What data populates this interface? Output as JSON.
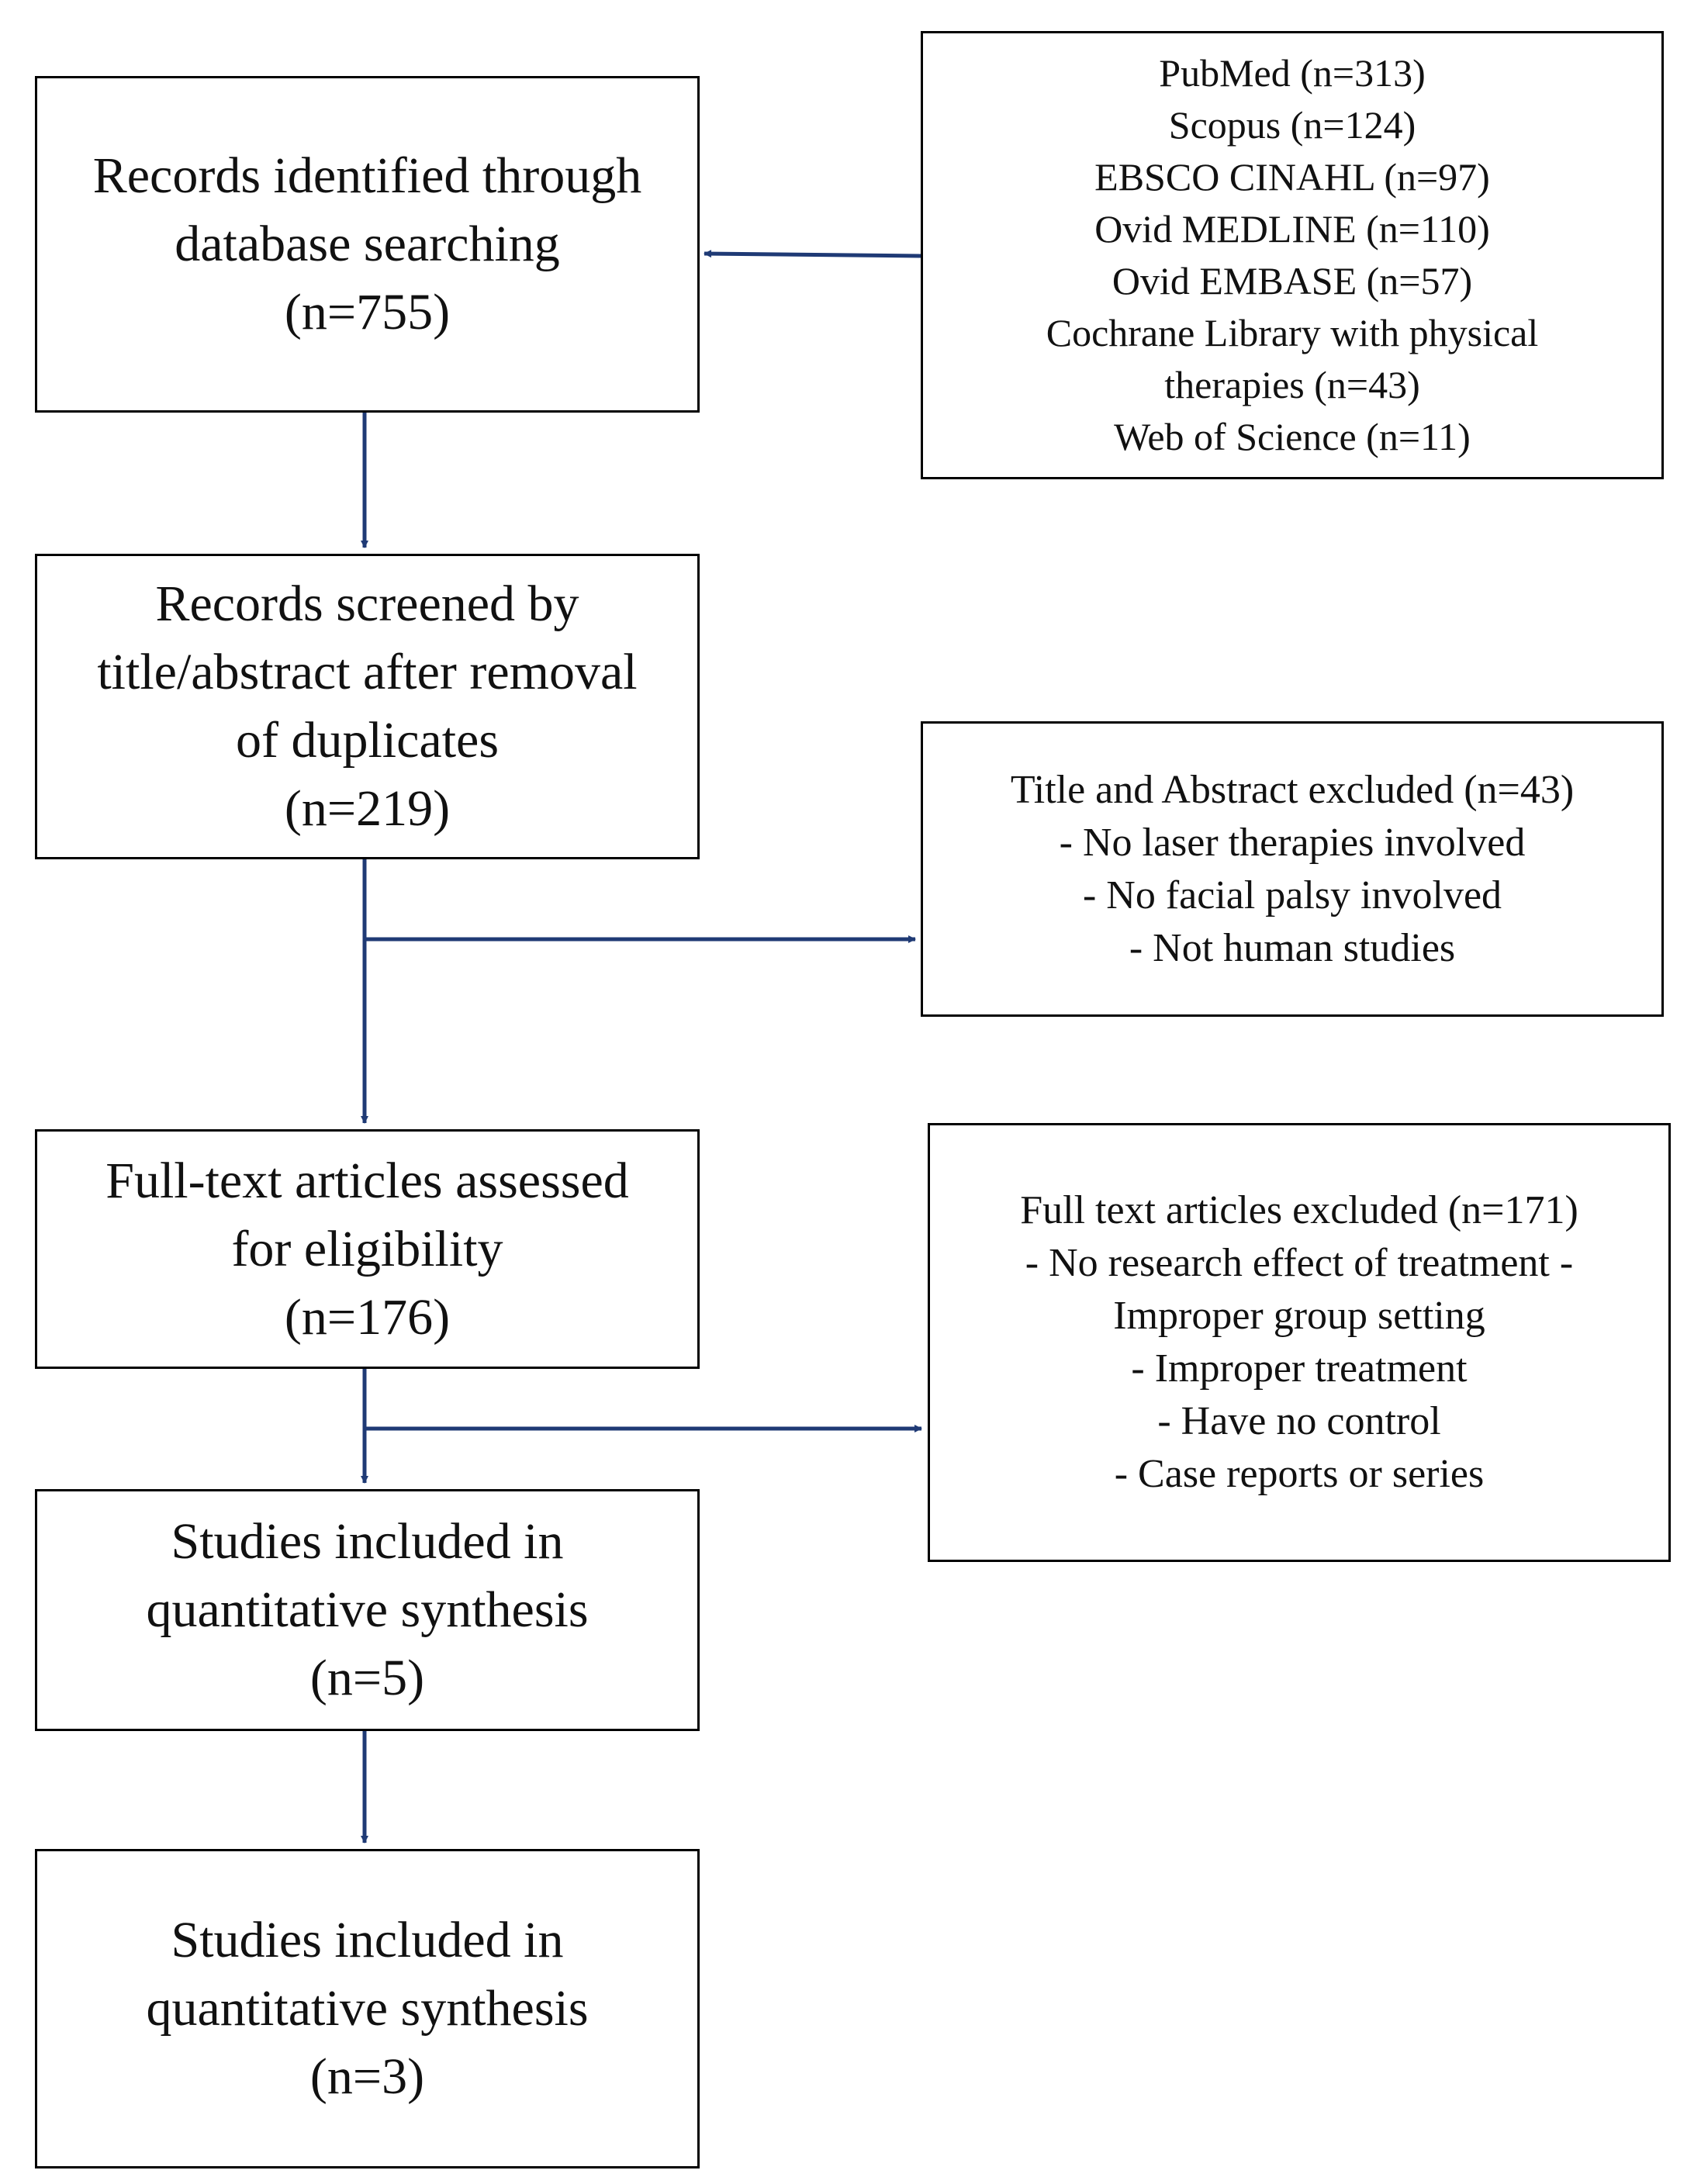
{
  "colors": {
    "arrow": "#1f3a75",
    "border": "#000000",
    "text": "#111111"
  },
  "identified": {
    "lines": [
      "Records identified through",
      "database searching",
      "(n=755)"
    ]
  },
  "databases": {
    "lines": [
      "PubMed (n=313)",
      "Scopus (n=124)",
      "EBSCO CINAHL (n=97)",
      "Ovid MEDLINE (n=110)",
      "Ovid EMBASE (n=57)",
      "Cochrane Library with physical",
      "therapies (n=43)",
      "Web of Science (n=11)"
    ]
  },
  "screened": {
    "lines": [
      "Records screened by",
      "title/abstract after removal",
      "of duplicates",
      "(n=219)"
    ]
  },
  "title_abstract_excluded": {
    "lines": [
      "Title and Abstract excluded (n=43)",
      "- No laser therapies involved",
      "- No facial palsy involved",
      "- Not human studies"
    ]
  },
  "fulltext_assessed": {
    "lines": [
      "Full-text articles assessed",
      "for eligibility",
      "(n=176)"
    ]
  },
  "fulltext_excluded": {
    "lines": [
      "Full text articles excluded (n=171)",
      "- No research effect of treatment -",
      "Improper group setting",
      "- Improper treatment",
      "- Have no control",
      "- Case reports or series"
    ]
  },
  "included_1": {
    "lines": [
      "Studies included in",
      "quantitative synthesis",
      "(n=5)"
    ]
  },
  "included_2": {
    "lines": [
      "Studies included in",
      "quantitative synthesis",
      "(n=3)"
    ]
  }
}
